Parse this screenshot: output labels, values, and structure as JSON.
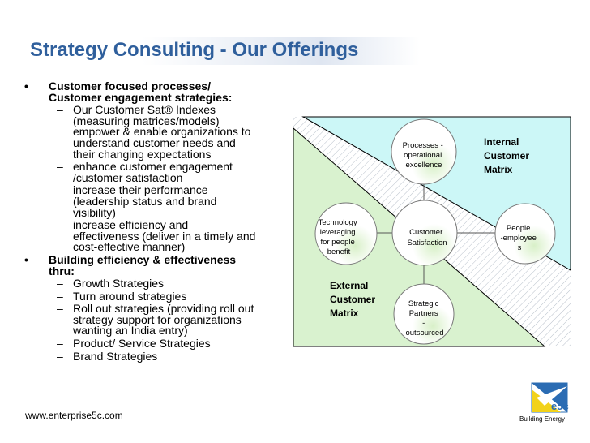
{
  "slide": {
    "title": "Strategy Consulting - Our Offerings",
    "footer_url": "www.enterprise5c.com",
    "logo_text": "e5c",
    "logo_caption": "Building Energy",
    "bullet_symbol": "•",
    "dash_symbol": "–"
  },
  "bullets": [
    {
      "lines": [
        "Customer focused processes/",
        "Customer engagement strategies:"
      ],
      "subs": [
        [
          "Our Customer Sat® Indexes",
          "(measuring matrices/models)",
          "empower & enable organizations to",
          "understand customer needs and",
          "their changing expectations"
        ],
        [
          "enhance customer engagement",
          "/customer satisfaction"
        ],
        [
          "increase their performance",
          "(leadership status and brand",
          "visibility)"
        ],
        [
          "increase efficiency and",
          "effectiveness (deliver in a timely and",
          "cost-effective manner)"
        ]
      ]
    },
    {
      "lines": [
        "Building efficiency & effectiveness",
        "thru:"
      ],
      "subs": [
        [
          "Growth Strategies"
        ],
        [
          "Turn around strategies"
        ],
        [
          "Roll out strategies (providing roll out",
          "strategy support for organizations",
          "wanting an India entry)"
        ],
        [
          "Product/ Service Strategies"
        ],
        [
          "Brand Strategies"
        ]
      ]
    }
  ],
  "diagram": {
    "internal_label": [
      "Internal",
      "Customer",
      "Matrix"
    ],
    "external_label": [
      "External",
      "Customer",
      "Matrix"
    ],
    "nodes": {
      "center": [
        "Customer",
        "Satisfaction"
      ],
      "top": [
        "Processes -",
        "operational",
        "excellence"
      ],
      "left": [
        "Technology",
        "leveraging",
        "for people",
        "benefit"
      ],
      "right": [
        "People",
        "-employee",
        "s"
      ],
      "bottom": [
        "Strategic",
        "Partners",
        "-",
        "outsourced"
      ]
    },
    "colors": {
      "internal_bg": "#ccf7f7",
      "external_bg": "#d9f2cf",
      "title": "#2f5f9c",
      "logo_blue": "#2b6cb3",
      "logo_yellow": "#f2d21a"
    }
  }
}
